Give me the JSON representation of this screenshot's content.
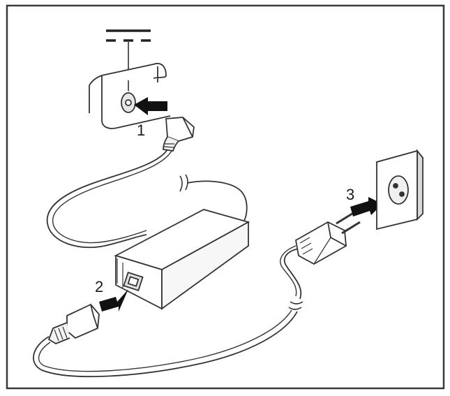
{
  "diagram": {
    "steps": [
      {
        "number": "1",
        "action": "connect-dc-plug-to-device"
      },
      {
        "number": "2",
        "action": "connect-mains-cable-to-adapter"
      },
      {
        "number": "3",
        "action": "plug-mains-plug-into-socket"
      }
    ],
    "symbols": [
      "dc-power-symbol-icon",
      "arrow-icon"
    ],
    "colors": {
      "frame": "#3a3a3a",
      "line": "#333333",
      "shade": "#dcdcdc",
      "arrow": "#111111",
      "background": "#ffffff"
    }
  }
}
